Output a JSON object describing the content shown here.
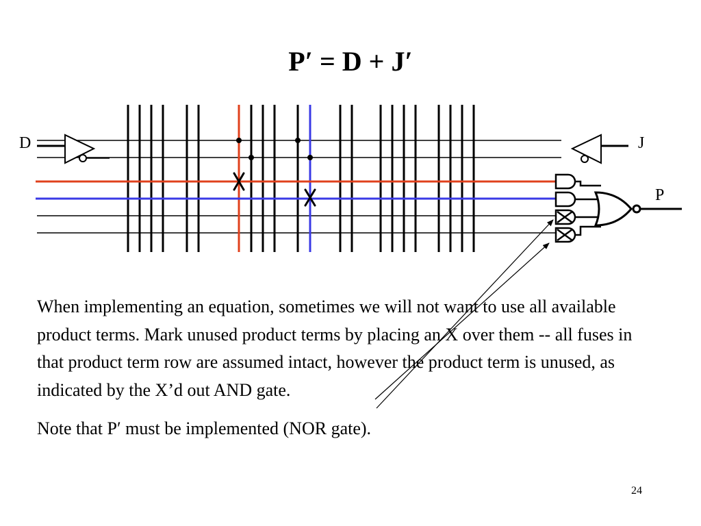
{
  "slide": {
    "title": "P′ = D + J′",
    "page_number": "24"
  },
  "diagram": {
    "input_left_label": "D",
    "input_right_label": "J",
    "output_label": "P",
    "colors": {
      "wire": "#000000",
      "highlight_red": "#e0401c",
      "highlight_blue": "#3a3ae6"
    }
  },
  "body": {
    "paragraphs": [
      "When implementing an equation, sometimes we will not want to use all available product terms. Mark unused product terms by placing an X over them -- all fuses in that product term row are assumed intact, however the product term is unused, as indicated by the X’d out AND gate.",
      "Note that P′ must be implemented (NOR gate)."
    ]
  }
}
